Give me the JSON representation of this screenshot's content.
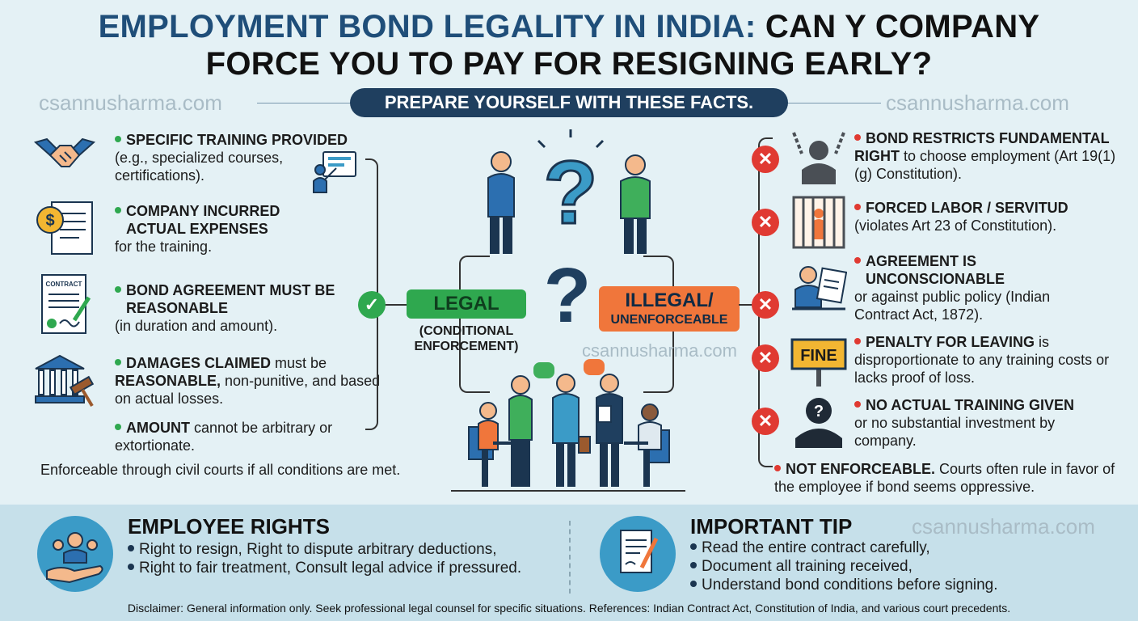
{
  "title": {
    "line1_blue": "EMPLOYMENT BOND LEGALITY IN INDIA:",
    "line1_dark": "CAN Y COMPANY",
    "line2": "FORCE YOU TO PAY FOR RESIGNING EARLY?"
  },
  "banner": "PREPARE YOURSELF WITH THESE FACTS.",
  "watermark": "csannusharma.com",
  "colors": {
    "legal": "#2fa84f",
    "illegal": "#f0763b",
    "cross": "#e03a32",
    "navy": "#1f3f5f"
  },
  "legal_conditions": [
    {
      "icon": "handshake-icon",
      "bold": "SPECIFIC TRAINING PROVIDED",
      "text": "(e.g., specialized courses, certifications)."
    },
    {
      "icon": "invoice-dollar-icon",
      "bold": "COMPANY INCURRED ACTUAL EXPENSES",
      "text": "for the training."
    },
    {
      "icon": "contract-icon",
      "bold": "BOND AGREEMENT MUST BE REASONABLE",
      "text": "(in duration and amount)."
    },
    {
      "icon": "courthouse-gavel-icon",
      "bold": "DAMAGES CLAIMED",
      "text": "must be",
      "bold2": "REASONABLE,",
      "text2": "non-punitive, and based on actual losses."
    },
    {
      "bold": "AMOUNT",
      "text": "cannot be arbitrary or extortionate."
    }
  ],
  "contract_label": "CONTRACT",
  "left_footer": "Enforceable through civil courts if all conditions are met.",
  "legal_label": "LEGAL",
  "legal_sub": "(CONDITIONAL ENFORCEMENT)",
  "illegal_label": "ILLEGAL/",
  "illegal_sub": "UNENFORCEABLE",
  "illegal_conditions": [
    {
      "icon": "chained-person-icon",
      "bold": "BOND RESTRICTS FUNDAMENTAL RIGHT",
      "text": "to choose employment (Art 19(1)(g) Constitution)."
    },
    {
      "icon": "jail-icon",
      "bold": "FORCED LABOR / SERVITUD",
      "text": "(violates Art 23 of Constitution)."
    },
    {
      "icon": "worker-contract-icon",
      "bold": "AGREEMENT IS UNCONSCIONABLE",
      "text": "or against public policy (Indian Contract Act, 1872)."
    },
    {
      "icon": "fine-sign-icon",
      "bold": "PENALTY FOR LEAVING",
      "text": "is disproportionate to any training costs or lacks proof of loss."
    },
    {
      "icon": "unknown-person-icon",
      "bold": "NO ACTUAL TRAINING GIVEN",
      "text": "or no substantial investment by company."
    }
  ],
  "fine_label": "FINE",
  "right_footer": {
    "bold": "NOT ENFORCEABLE.",
    "text": "Courts often rule in favor of the employee if bond seems oppressive."
  },
  "employee_rights": {
    "title": "EMPLOYEE RIGHTS",
    "items": [
      "Right to resign, Right to dispute arbitrary deductions,",
      "Right to fair treatment, Consult legal advice if pressured."
    ]
  },
  "important_tip": {
    "title": "IMPORTANT TIP",
    "items": [
      "Read the entire contract carefully,",
      "Document all training received,",
      "Understand bond conditions before signing."
    ]
  },
  "disclaimer": "Disclaimer: General information only. Seek professional legal counsel for specific situations. References: Indian Contract Act, Constitution of India, and various court precedents."
}
